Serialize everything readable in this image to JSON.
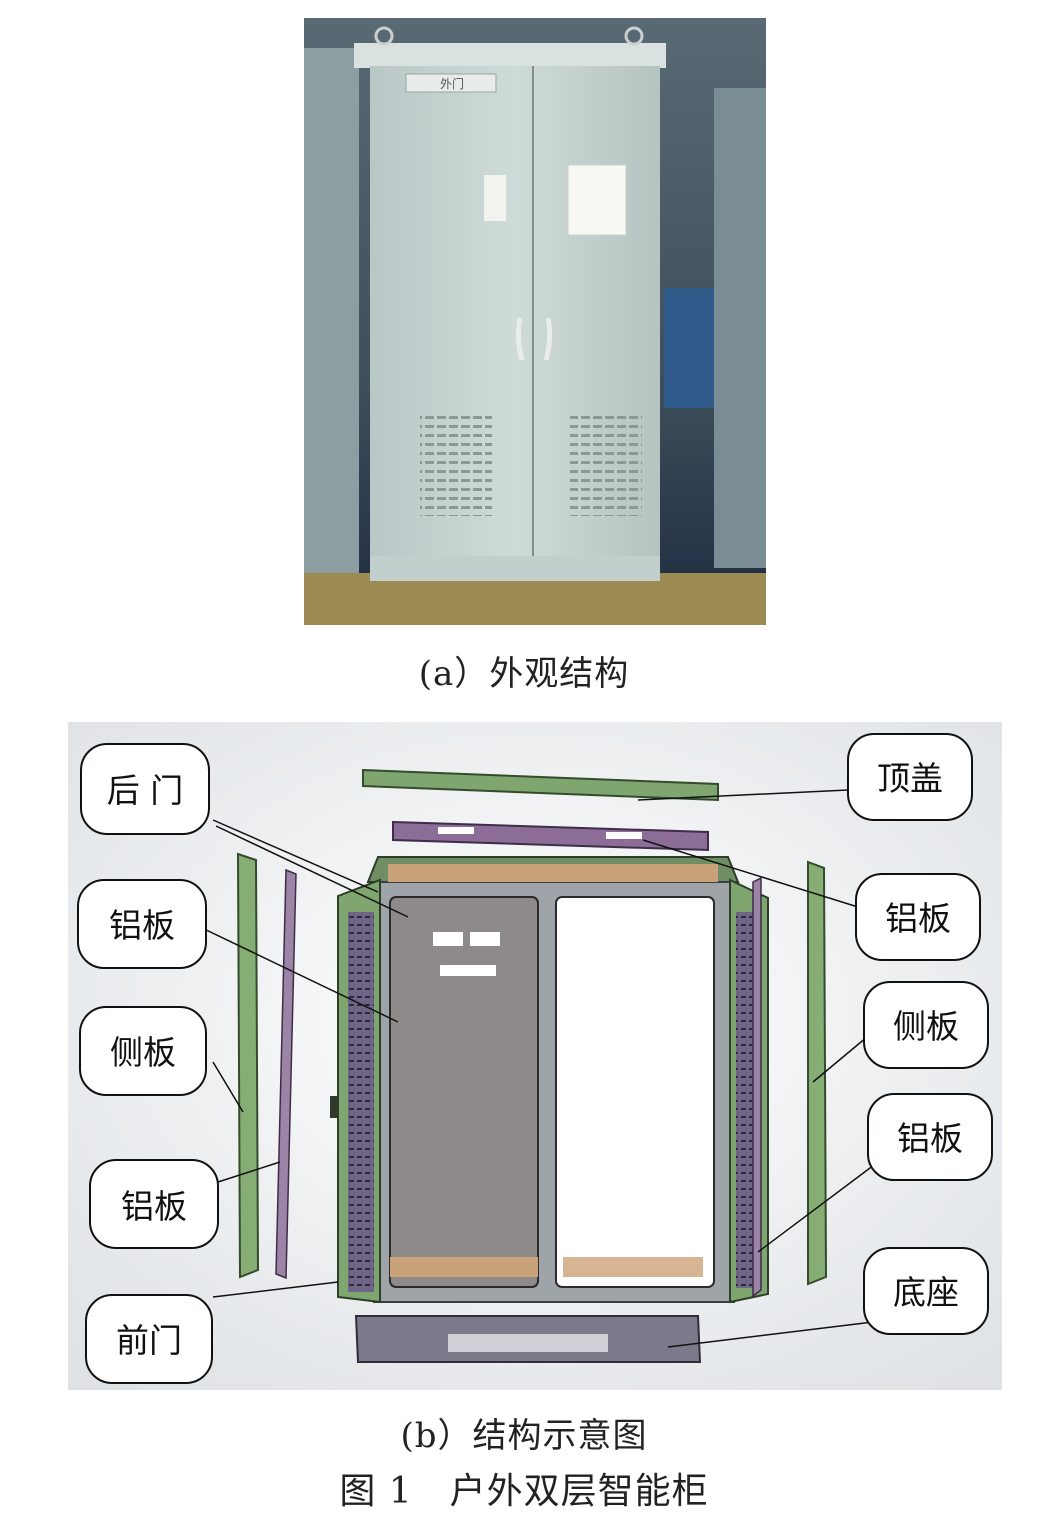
{
  "photo": {
    "plate_text": "外门"
  },
  "diagram": {
    "labels": {
      "rear_door": "后 门",
      "alu_left_1": "铝板",
      "side_left": "侧板",
      "alu_left_2": "铝板",
      "front_door": "前门",
      "top_cover": "顶盖",
      "alu_right_1": "铝板",
      "side_right": "侧板",
      "alu_right_2": "铝板",
      "base": "底座"
    }
  },
  "captions": {
    "a": "(a）外观结构",
    "b": "(b）结构示意图",
    "figure": "图 1　户外双层智能柜"
  }
}
